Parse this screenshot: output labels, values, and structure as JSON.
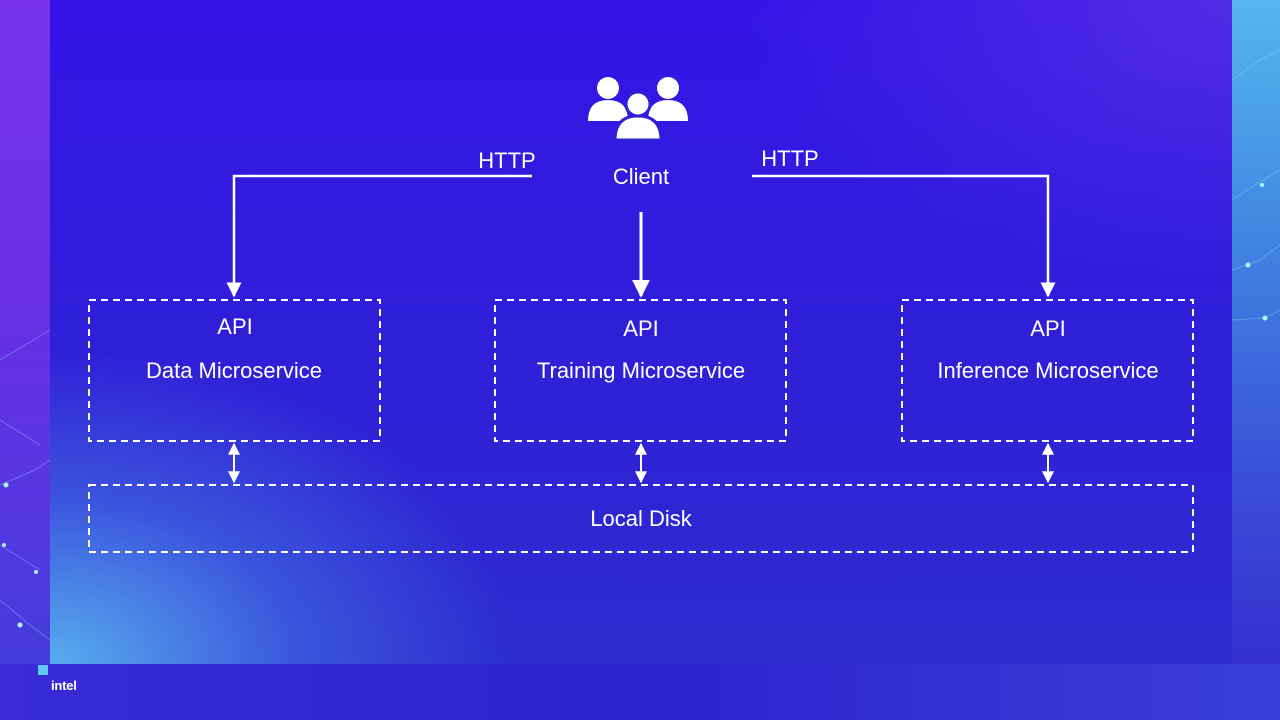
{
  "client": {
    "label": "Client",
    "icon": "users-group-icon"
  },
  "connections": {
    "left_protocol": "HTTP",
    "right_protocol": "HTTP"
  },
  "services": [
    {
      "api_label": "API",
      "name": "Data Microservice"
    },
    {
      "api_label": "API",
      "name": "Training Microservice"
    },
    {
      "api_label": "API",
      "name": "Inference Microservice"
    }
  ],
  "storage": {
    "label": "Local Disk"
  },
  "footer": {
    "logo_text": "intel"
  },
  "colors": {
    "accent": "#5bc8f5",
    "background": "#2f1fd8",
    "line": "#ffffff"
  }
}
